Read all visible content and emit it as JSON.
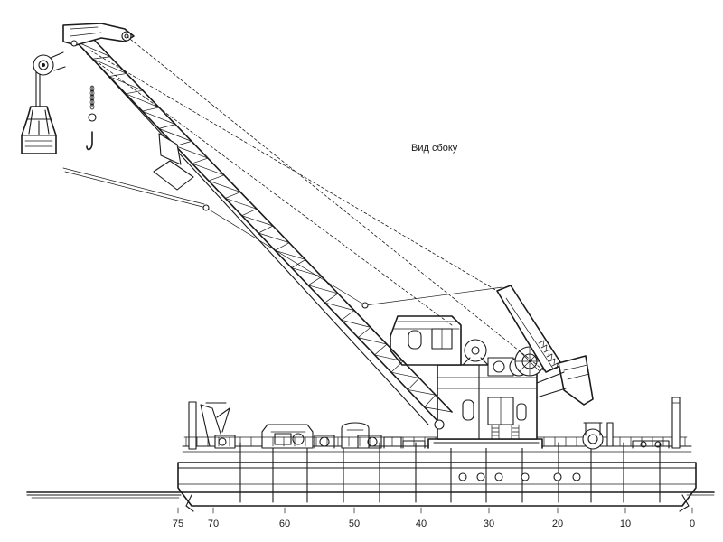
{
  "caption": "Вид сбоку",
  "frame_scale": {
    "labels": [
      "75",
      "70",
      "60",
      "50",
      "40",
      "30",
      "20",
      "10",
      "0"
    ]
  },
  "colors": {
    "ink": "#1b1b1b",
    "water": "#2a2a2a",
    "background": "#ffffff"
  }
}
